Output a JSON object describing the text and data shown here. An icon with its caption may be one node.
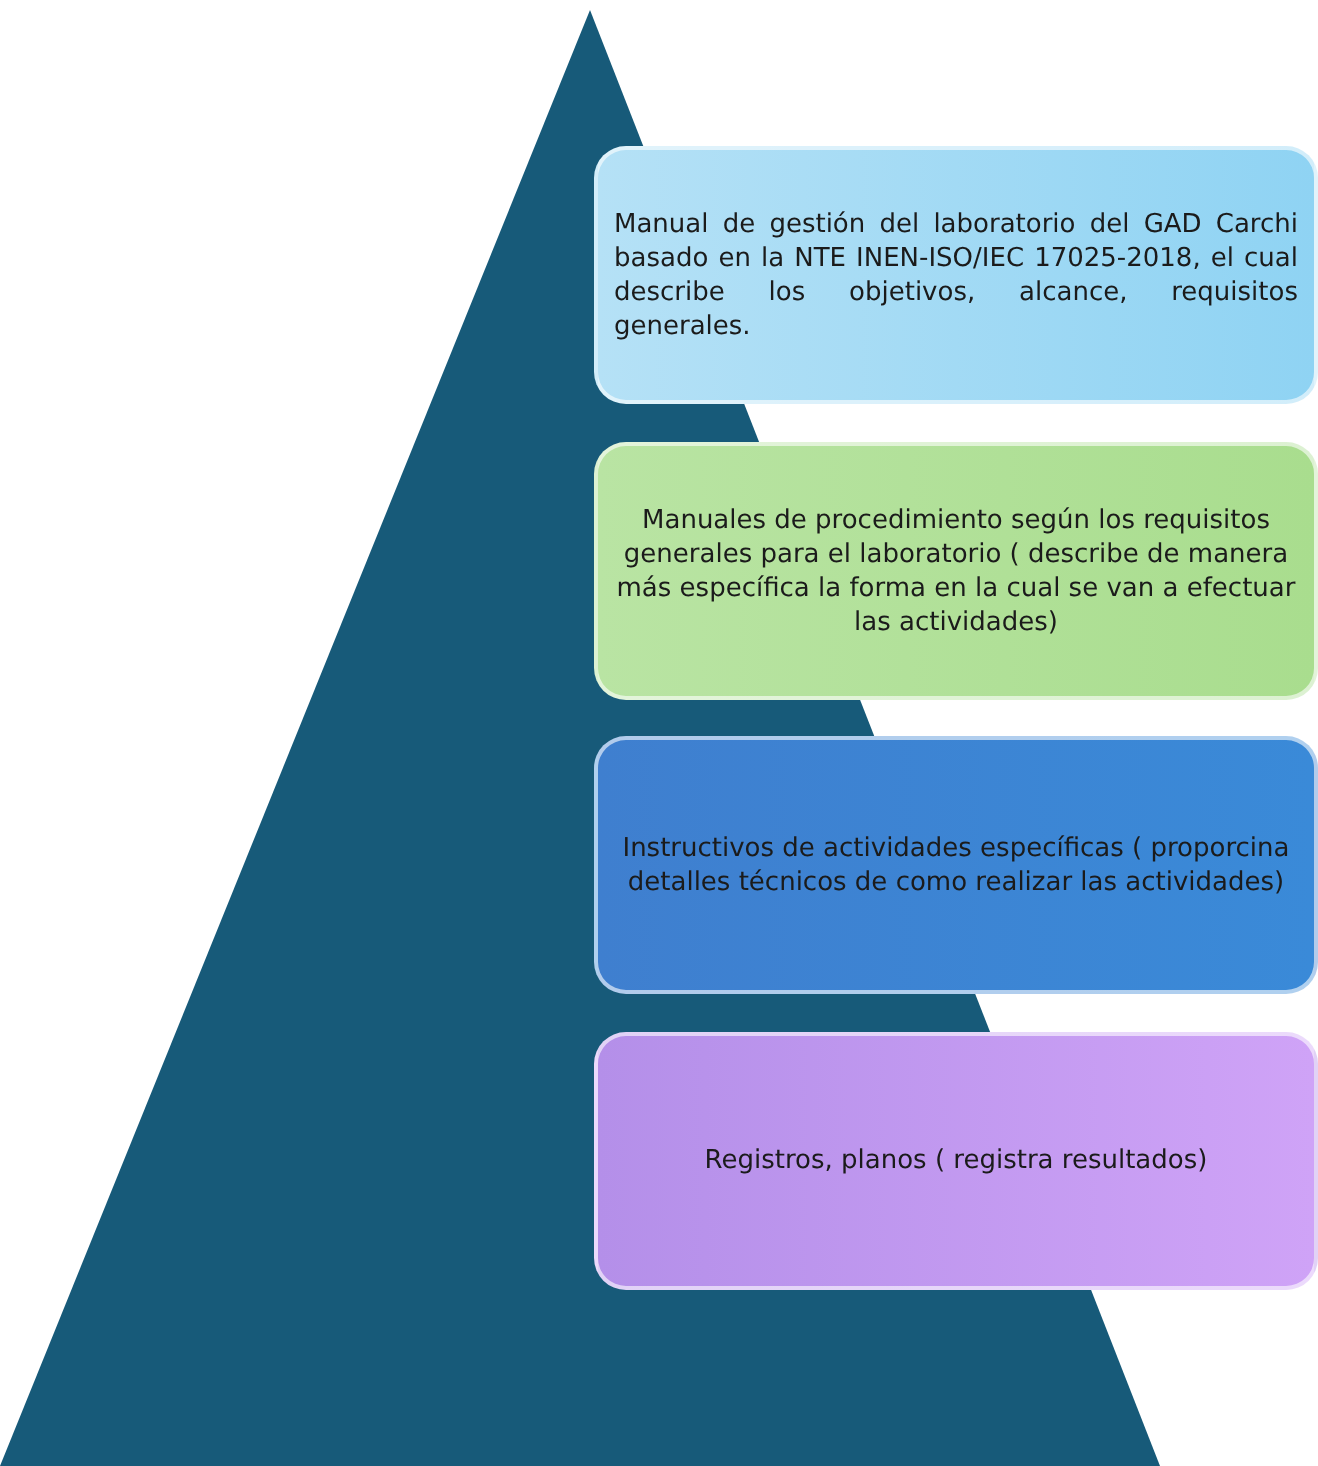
{
  "diagram": {
    "nodes": [
      {
        "text": [
          "Manual de gestión del laboratorio del GAD Carchi basado en la NTE INEN-ISO/IEC 17025-2018, el cual describe los objetivos, alcance, requisitos generales."
        ]
      },
      {
        "text": [
          "Manuales de procedimiento según los requisitos generales para el laboratorio ( describe de manera más específica la forma en la cual se van a efectuar las actividades)"
        ]
      },
      {
        "text": [
          "Instructivos de actividades específicas ( proporcina detalles técnicos de como realizar las actividades)"
        ]
      },
      {
        "text": [
          "Registros, planos ( registra resultados)"
        ]
      }
    ]
  }
}
